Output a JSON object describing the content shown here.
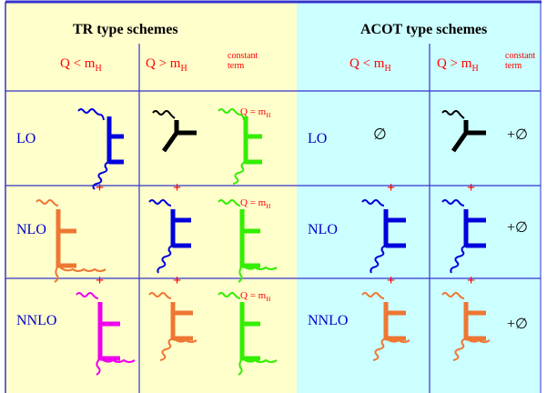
{
  "headers": {
    "tr_title": "TR type schemes",
    "acot_title": "ACOT type schemes",
    "q_less": "Q < m",
    "q_greater": "Q > m",
    "h_sub": "H",
    "constant_term_line1": "constant",
    "constant_term_line2": "term"
  },
  "rows": {
    "lo": "LO",
    "nlo": "NLO",
    "nnlo": "NNLO"
  },
  "symbols": {
    "plus": "+",
    "empty_set": "∅",
    "plus_empty_set": "+∅",
    "q_equals": "Q = m"
  },
  "colors": {
    "tr_bg": "#ffffcc",
    "acot_bg": "#ccffff",
    "grid_line": "#3333cc",
    "label_red": "#ff0000",
    "row_label_blue": "#0000cc",
    "blue_diagram": "#0000dd",
    "orange_diagram": "#ee7733",
    "green_diagram": "#33ee00",
    "magenta_diagram": "#ee00ee",
    "black_diagram": "#000000"
  }
}
